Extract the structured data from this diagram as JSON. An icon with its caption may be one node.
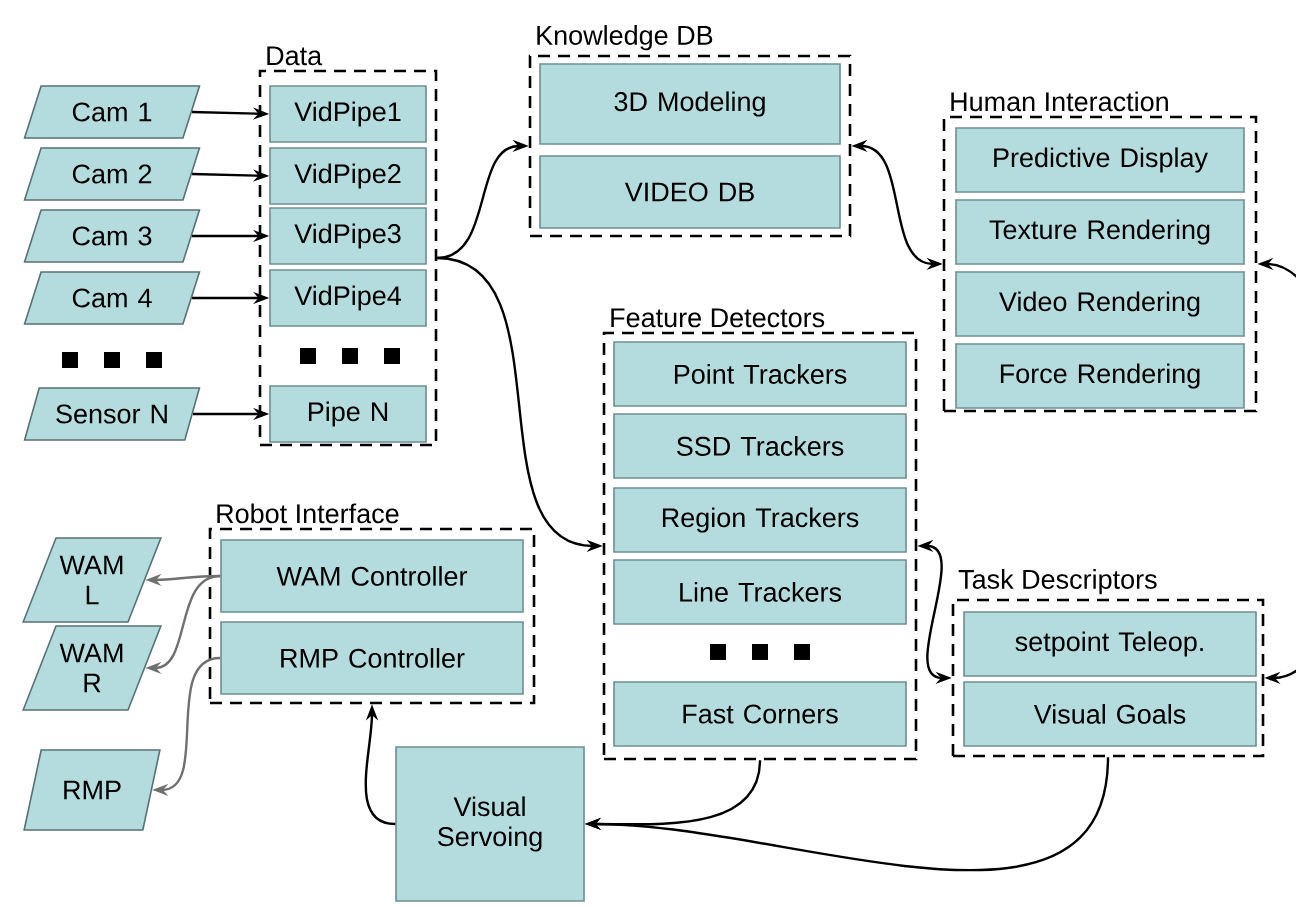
{
  "diagram": {
    "nodes": [
      {
        "text": [
          "Cam 1"
        ]
      },
      {
        "text": [
          "Cam 2"
        ]
      },
      {
        "text": [
          "Cam 3"
        ]
      },
      {
        "text": [
          "Cam 4"
        ]
      },
      {
        "text": [
          "Sensor N"
        ]
      },
      {
        "text": [
          "Data"
        ]
      },
      {
        "text": [
          "VidPipe1"
        ],
        "in": 5
      },
      {
        "text": [
          "VidPipe2"
        ],
        "in": 5
      },
      {
        "text": [
          "VidPipe3"
        ],
        "in": 5
      },
      {
        "text": [
          "VidPipe4"
        ],
        "in": 5
      },
      {
        "text": [
          "Pipe N"
        ],
        "in": 5
      },
      {
        "text": [
          "Knowledge DB"
        ]
      },
      {
        "text": [
          "3D Modeling"
        ],
        "in": 11
      },
      {
        "text": [
          "VIDEO DB"
        ],
        "in": 11
      },
      {
        "text": [
          "Human Interaction"
        ]
      },
      {
        "text": [
          "Predictive Display"
        ],
        "in": 14
      },
      {
        "text": [
          "Texture Rendering"
        ],
        "in": 14
      },
      {
        "text": [
          "Video Rendering"
        ],
        "in": 14
      },
      {
        "text": [
          "Force Rendering"
        ],
        "in": 14
      },
      {
        "text": [
          "Feature Detectors"
        ]
      },
      {
        "text": [
          "Point Trackers"
        ],
        "in": 19
      },
      {
        "text": [
          "SSD Trackers"
        ],
        "in": 19
      },
      {
        "text": [
          "Region Trackers"
        ],
        "in": 19
      },
      {
        "text": [
          "Line Trackers"
        ],
        "in": 19
      },
      {
        "text": [
          "Fast Corners"
        ],
        "in": 19
      },
      {
        "text": [
          "Robot Interface"
        ]
      },
      {
        "text": [
          "WAM Controller"
        ],
        "in": 25
      },
      {
        "text": [
          "RMP Controller"
        ],
        "in": 25
      },
      {
        "text": [
          "WAM L"
        ]
      },
      {
        "text": [
          "WAM R"
        ]
      },
      {
        "text": [
          "RMP"
        ]
      },
      {
        "text": [
          "Task Descriptors"
        ]
      },
      {
        "text": [
          "setpoint Teleop."
        ],
        "in": 31
      },
      {
        "text": [
          "Visual Goals"
        ],
        "in": 31
      },
      {
        "text": [
          "Visual Servoing"
        ]
      }
    ],
    "edges": [
      {
        "from": 0,
        "to": 6,
        "arrow": "to"
      },
      {
        "from": 1,
        "to": 7,
        "arrow": "to"
      },
      {
        "from": 2,
        "to": 8,
        "arrow": "to"
      },
      {
        "from": 3,
        "to": 9,
        "arrow": "to"
      },
      {
        "from": 4,
        "to": 10,
        "arrow": "to"
      },
      {
        "from": 5,
        "to": 11,
        "arrow": "to"
      },
      {
        "from": 5,
        "to": 19,
        "arrow": "to"
      },
      {
        "from": 11,
        "to": 14,
        "arrow": "both"
      },
      {
        "from": 14,
        "to": 31,
        "arrow": "both"
      },
      {
        "from": 19,
        "to": 31,
        "arrow": "both"
      },
      {
        "from": 19,
        "to": 34,
        "arrow": "to"
      },
      {
        "from": 31,
        "to": 34,
        "arrow": "to"
      },
      {
        "from": 34,
        "to": 25,
        "arrow": "to"
      },
      {
        "from": 26,
        "to": 28,
        "arrow": "to",
        "color": "#707070"
      },
      {
        "from": 26,
        "to": 29,
        "arrow": "to",
        "color": "#707070"
      },
      {
        "from": 27,
        "to": 30,
        "arrow": "to",
        "color": "#707070"
      }
    ]
  }
}
